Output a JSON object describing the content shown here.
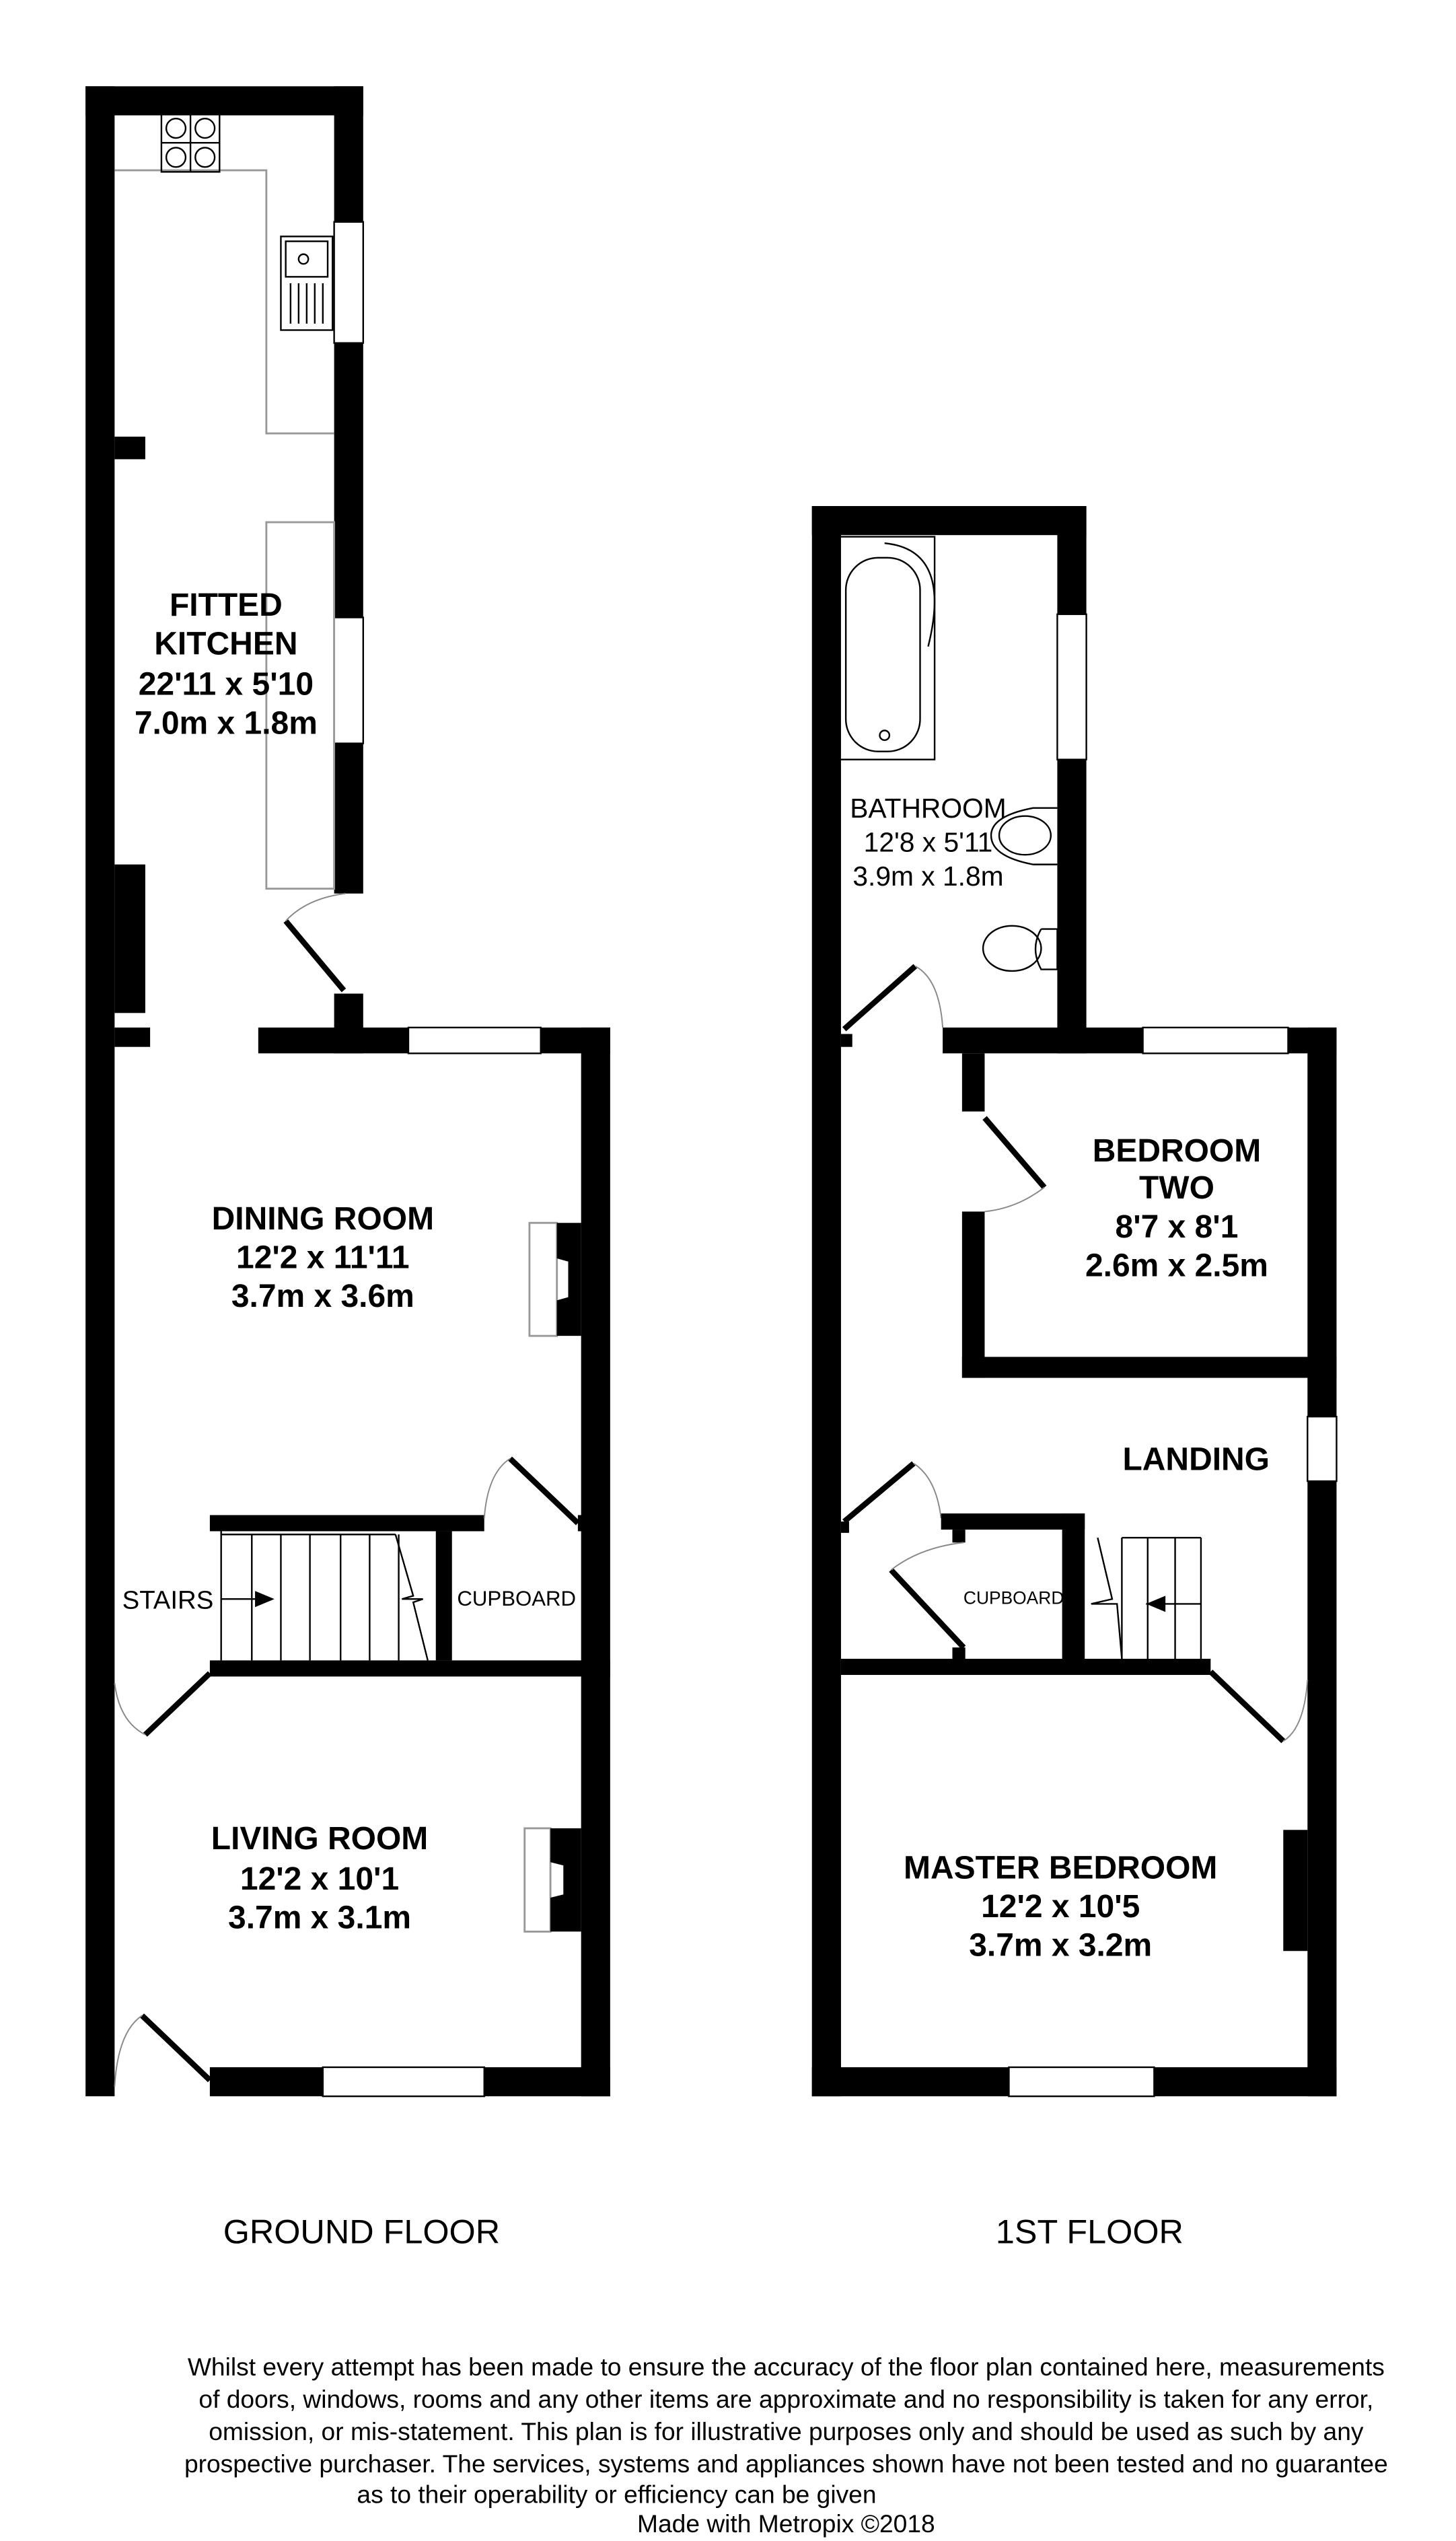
{
  "rooms": {
    "kitchen": {
      "name1": "FITTED",
      "name2": "KITCHEN",
      "imperial": "22'11 x 5'10",
      "metric": "7.0m x 1.8m"
    },
    "dining": {
      "name": "DINING ROOM",
      "imperial": "12'2 x 11'11",
      "metric": "3.7m x 3.6m"
    },
    "living": {
      "name": "LIVING ROOM",
      "imperial": "12'2 x 10'1",
      "metric": "3.7m x 3.1m"
    },
    "stairs_ground": "STAIRS",
    "cupboard_ground": "CUPBOARD",
    "bathroom": {
      "name": "BATHROOM",
      "imperial": "12'8 x 5'11",
      "metric": "3.9m x 1.8m"
    },
    "bedroom_two": {
      "name1": "BEDROOM",
      "name2": "TWO",
      "imperial": "8'7 x 8'1",
      "metric": "2.6m x 2.5m"
    },
    "landing": "LANDING",
    "cupboard_first": "CUPBOARD",
    "master": {
      "name": "MASTER BEDROOM",
      "imperial": "12'2 x 10'5",
      "metric": "3.7m x 3.2m"
    }
  },
  "floors": {
    "ground": "GROUND FLOOR",
    "first": "1ST FLOOR"
  },
  "disclaimer": [
    "Whilst every attempt has been made to ensure the accuracy of the floor plan contained here, measurements",
    "of doors, windows, rooms and any other items are approximate and no responsibility is taken for any error,",
    "omission, or mis-statement. This plan is for illustrative purposes only and should be used as such by any",
    "prospective purchaser. The services, systems and appliances shown have not been tested and no guarantee",
    "as to their operability or efficiency can be given",
    "Made with Metropix ©2018"
  ]
}
